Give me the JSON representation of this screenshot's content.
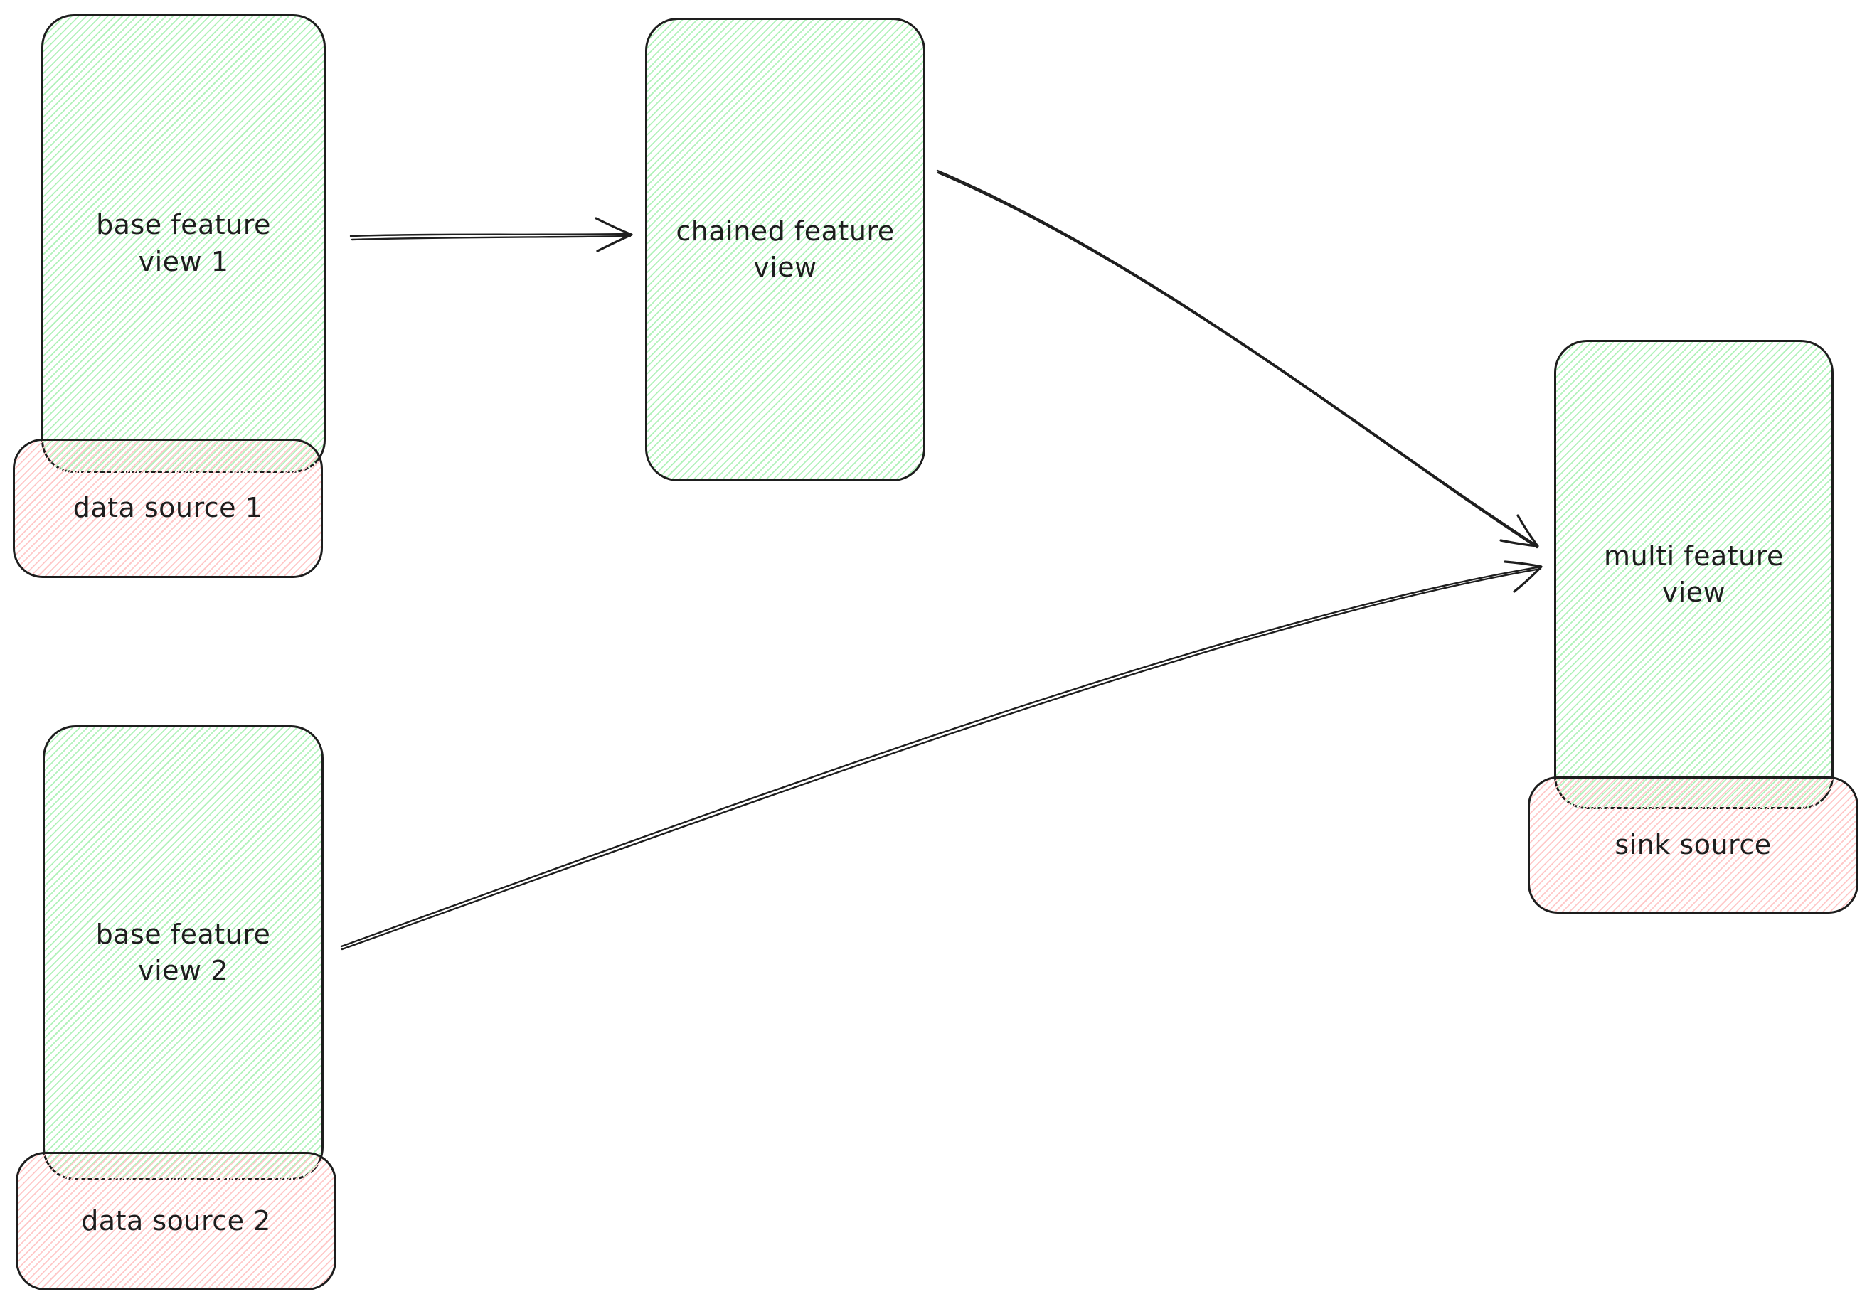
{
  "diagram": {
    "nodes": {
      "base_feature_view_1": {
        "label": "base feature view 1",
        "kind": "feature view"
      },
      "data_source_1": {
        "label": "data source 1",
        "kind": "data source"
      },
      "chained_feature_view": {
        "label": "chained feature view",
        "kind": "feature view"
      },
      "base_feature_view_2": {
        "label": "base feature view 2",
        "kind": "feature view"
      },
      "data_source_2": {
        "label": "data source 2",
        "kind": "data source"
      },
      "multi_feature_view": {
        "label": "multi feature view",
        "kind": "feature view"
      },
      "sink_source": {
        "label": "sink source",
        "kind": "data source"
      }
    },
    "edges": [
      {
        "from": "base feature view 1",
        "to": "chained feature view",
        "style": "arrow"
      },
      {
        "from": "chained feature view",
        "to": "multi feature view",
        "style": "arrow"
      },
      {
        "from": "base feature view 2",
        "to": "multi feature view",
        "style": "arrow"
      }
    ],
    "colors": {
      "feature_view_hatch": "#b2f2bb",
      "data_source_hatch": "#ffc9c9",
      "stroke": "#1e1e1e",
      "background": "#ffffff"
    }
  }
}
